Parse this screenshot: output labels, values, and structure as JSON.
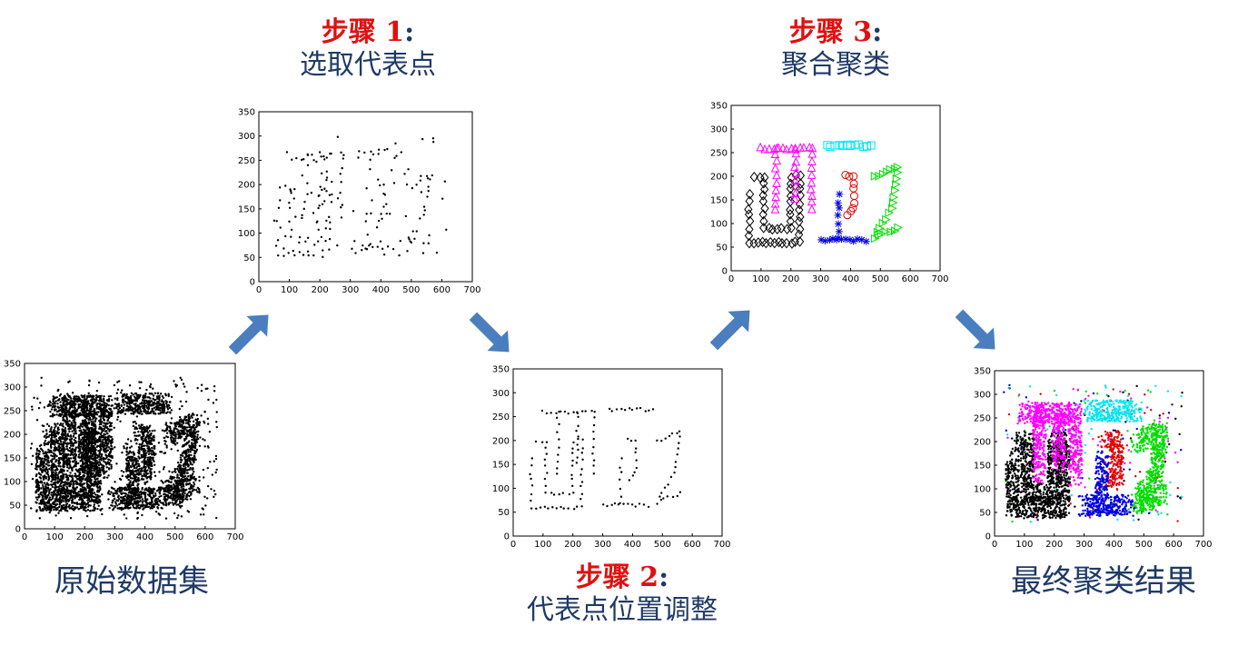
{
  "labels": {
    "original_data": "原始数据集",
    "step1_word": "步骤",
    "step1_num": "1",
    "step1_colon": ":",
    "step1_desc": "选取代表点",
    "step2_word": "步骤",
    "step2_num": "2",
    "step2_colon": ":",
    "step2_desc": "代表点位置调整",
    "step3_word": "步骤",
    "step3_num": "3",
    "step3_colon": ":",
    "step3_desc": "聚合聚类",
    "final_result": "最终聚类结果"
  },
  "colors": {
    "text_blue": "#1f3a66",
    "step_red": "#e01010",
    "arrow_blue": "#4a7ebf",
    "cluster_black": "#000000",
    "cluster_magenta": "#ff00ff",
    "cluster_cyan": "#00e5f0",
    "cluster_red": "#e00000",
    "cluster_blue": "#0000e0",
    "cluster_green": "#00dd00"
  },
  "chart_data": [
    {
      "id": "original",
      "type": "scatter",
      "title": "",
      "xlim": [
        0,
        700
      ],
      "ylim": [
        0,
        350
      ],
      "xticks": [
        "0",
        "100",
        "200",
        "300",
        "400",
        "500",
        "600",
        "700"
      ],
      "yticks": [
        "0",
        "50",
        "100",
        "150",
        "200",
        "250",
        "300",
        "350"
      ],
      "series": [
        {
          "marker": "dot",
          "color": "#000000",
          "description_points": "dense filled letter shapes plus uniform background noise"
        }
      ]
    },
    {
      "id": "step1",
      "type": "scatter",
      "title": "",
      "xlim": [
        0,
        700
      ],
      "ylim": [
        0,
        350
      ],
      "xticks": [
        "0",
        "100",
        "200",
        "300",
        "400",
        "500",
        "600",
        "700"
      ],
      "yticks": [
        "0",
        "50",
        "100",
        "150",
        "200",
        "250",
        "300",
        "350"
      ],
      "series": [
        {
          "marker": "dot",
          "color": "#000000"
        }
      ]
    },
    {
      "id": "step2",
      "type": "scatter",
      "title": "",
      "xlim": [
        0,
        700
      ],
      "ylim": [
        0,
        350
      ],
      "xticks": [
        "0",
        "100",
        "200",
        "300",
        "400",
        "500",
        "600",
        "700"
      ],
      "yticks": [
        "0",
        "50",
        "100",
        "150",
        "200",
        "250",
        "300",
        "350"
      ],
      "series": [
        {
          "marker": "dot",
          "color": "#000000"
        }
      ]
    },
    {
      "id": "step3",
      "type": "scatter",
      "title": "",
      "xlim": [
        0,
        700
      ],
      "ylim": [
        0,
        350
      ],
      "xticks": [
        "0",
        "100",
        "200",
        "300",
        "400",
        "500",
        "600",
        "700"
      ],
      "yticks": [
        "0",
        "50",
        "100",
        "150",
        "200",
        "250",
        "300",
        "350"
      ],
      "series": [
        {
          "marker": "diamond",
          "color": "#000000"
        },
        {
          "marker": "triangle-up",
          "color": "#ff00ff"
        },
        {
          "marker": "square",
          "color": "#00e5f0"
        },
        {
          "marker": "circle",
          "color": "#e00000"
        },
        {
          "marker": "star",
          "color": "#0000e0"
        },
        {
          "marker": "triangle-right",
          "color": "#00dd00"
        }
      ]
    },
    {
      "id": "final",
      "type": "scatter",
      "title": "",
      "xlim": [
        0,
        700
      ],
      "ylim": [
        0,
        350
      ],
      "xticks": [
        "0",
        "100",
        "200",
        "300",
        "400",
        "500",
        "600",
        "700"
      ],
      "yticks": [
        "0",
        "50",
        "100",
        "150",
        "200",
        "250",
        "300",
        "350"
      ],
      "series": [
        {
          "marker": "dot",
          "color": "#000000"
        },
        {
          "marker": "dot",
          "color": "#ff00ff"
        },
        {
          "marker": "dot",
          "color": "#00e5f0"
        },
        {
          "marker": "dot",
          "color": "#e00000"
        },
        {
          "marker": "dot",
          "color": "#0000e0"
        },
        {
          "marker": "dot",
          "color": "#00dd00"
        }
      ]
    }
  ]
}
